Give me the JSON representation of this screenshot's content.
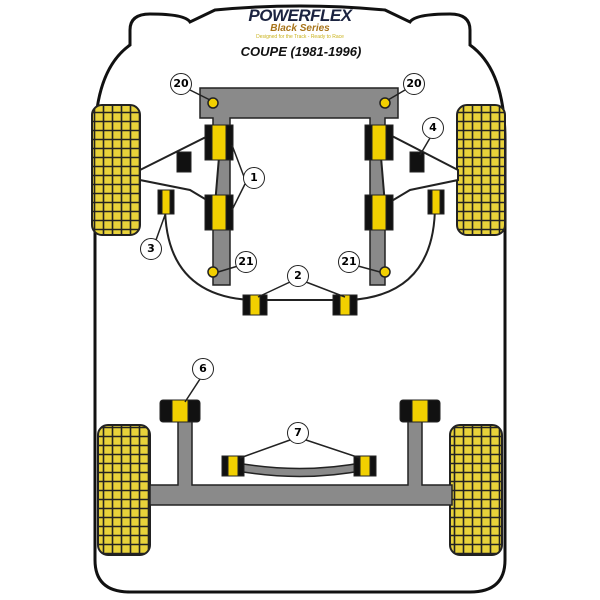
{
  "logo": {
    "brand": "POWERFLEX",
    "series": "Black Series",
    "tagline": "Designed for the Track - Ready to Race"
  },
  "title": "COUPE (1981-1996)",
  "labels": [
    "20",
    "20",
    "4",
    "1",
    "3",
    "21",
    "21",
    "2",
    "6",
    "7"
  ],
  "colors": {
    "wheel": "#e8d23a",
    "subframe": "#8a8a8a",
    "bush_yellow": "#f2d000",
    "body_stroke": "#111111"
  }
}
